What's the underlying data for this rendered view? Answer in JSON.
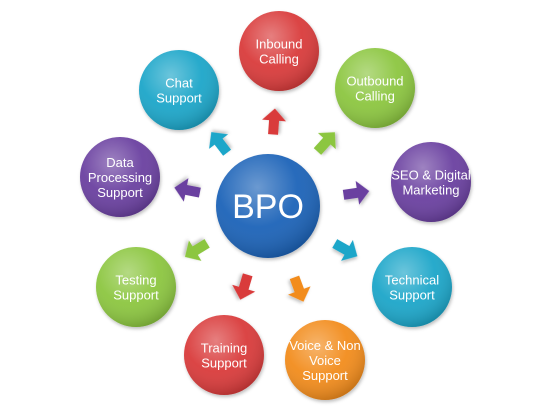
{
  "center": {
    "label": "BPO",
    "color": "#1f63b8"
  },
  "services": [
    {
      "id": "inbound-calling",
      "lines": [
        "Inbound",
        "Calling"
      ],
      "color": "#d93b3b"
    },
    {
      "id": "outbound-calling",
      "lines": [
        "Outbound",
        "Calling"
      ],
      "color": "#8cc63f"
    },
    {
      "id": "seo-digital-marketing",
      "lines": [
        "SEO & Digital",
        "Marketing"
      ],
      "color": "#6b3fa0"
    },
    {
      "id": "technical-support",
      "lines": [
        "Technical",
        "Support"
      ],
      "color": "#1ea6c9"
    },
    {
      "id": "voice-non-voice-support",
      "lines": [
        "Voice & Non",
        "Voice",
        "Support"
      ],
      "color": "#f28c1e"
    },
    {
      "id": "training-support",
      "lines": [
        "Training",
        "Support"
      ],
      "color": "#d93b3b"
    },
    {
      "id": "testing-support",
      "lines": [
        "Testing",
        "Support"
      ],
      "color": "#8cc63f"
    },
    {
      "id": "data-processing-support",
      "lines": [
        "Data",
        "Processing",
        "Support"
      ],
      "color": "#6b3fa0"
    },
    {
      "id": "chat-support",
      "lines": [
        "Chat",
        "Support"
      ],
      "color": "#1ea6c9"
    }
  ]
}
